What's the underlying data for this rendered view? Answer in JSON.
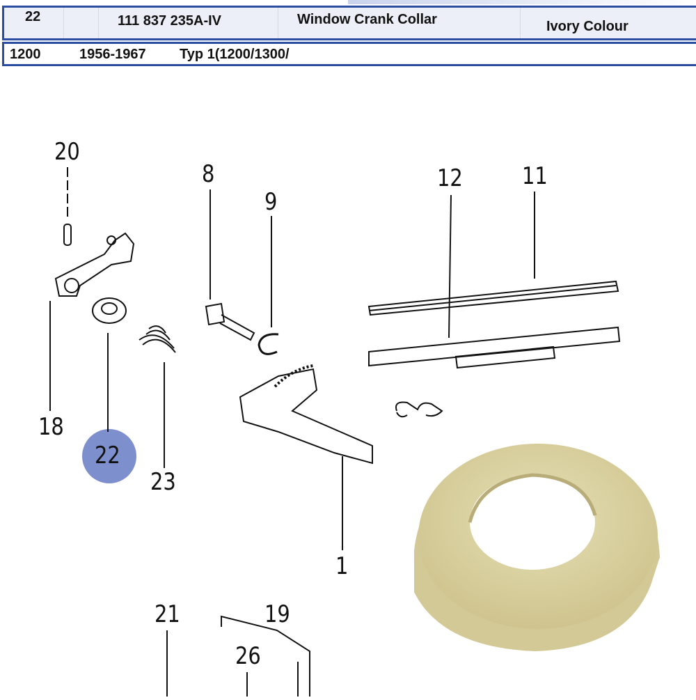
{
  "part_row": {
    "item_no": "22",
    "part_number": "111 837 235A-IV",
    "description": "Window Crank Collar",
    "color_note": "Ivory Colour"
  },
  "model_row": {
    "model": "1200",
    "years": "1956-1967",
    "type": "Typ 1(1200/1300/"
  },
  "diagram": {
    "callouts": [
      "20",
      "8",
      "9",
      "12",
      "11",
      "18",
      "22",
      "23",
      "1",
      "21",
      "19",
      "26"
    ],
    "highlighted_callout": "22",
    "highlight_color": "#7e8fce"
  },
  "photo": {
    "part_color": "#dcd3a2"
  }
}
